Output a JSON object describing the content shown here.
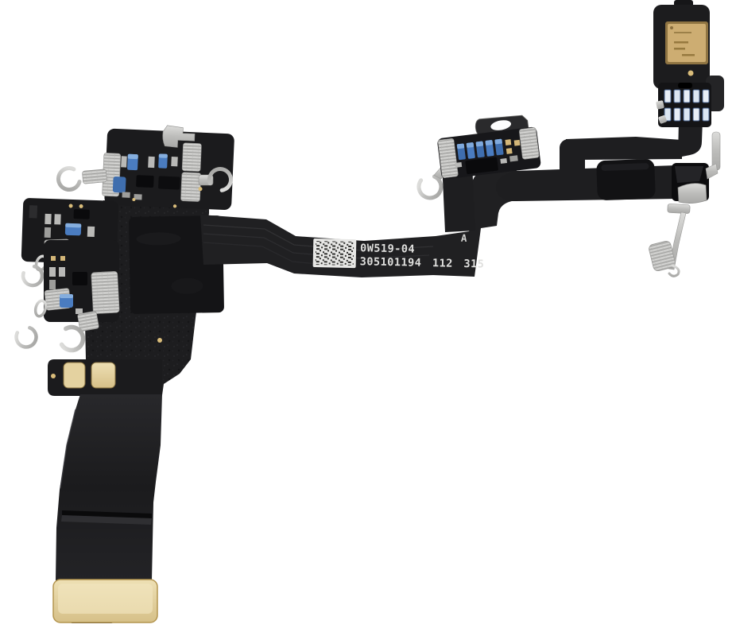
{
  "meta": {
    "subject": "Product photo of a smartphone WiFi antenna signal flex cable with microphone, on white background"
  },
  "markings": {
    "part_code": "0W519-04",
    "serial_line": "305101194 112 315",
    "serial_number": "305101194",
    "date_code": "112 315",
    "revision": "A"
  },
  "colors": {
    "background": "#ffffff",
    "flex_black": "#1d1d1f",
    "ribbon_black": "#202023",
    "foam_black": "#141416",
    "metal_silver": "#c6c6c4",
    "gold_pad": "#e4d2a0",
    "mic_gold": "#cdad72",
    "component_blue": "#4a7cc0",
    "label_white": "#e7e7e5",
    "etched_text": "#e0e0de"
  }
}
